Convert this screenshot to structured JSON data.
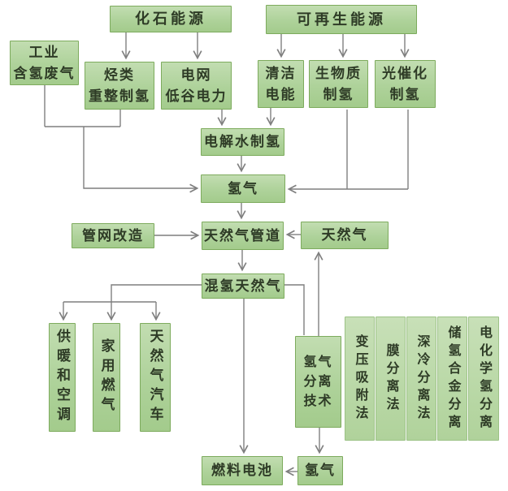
{
  "diagram": {
    "topic": "hydrogen-blended natural gas flowchart",
    "colors": {
      "node_fill": "#b3d49f",
      "node_border": "#7dab5d",
      "connector": "#7f7f7f",
      "text": "#2e3b26",
      "background": "#ffffff"
    },
    "nodes": {
      "fossil_energy": {
        "label": "化石能源"
      },
      "renewable_energy": {
        "label": "可再生能源"
      },
      "industrial_waste_gas": {
        "label": "工业\n含氢废气"
      },
      "hydrocarbon_reforming": {
        "label": "烃类\n重整制氢"
      },
      "grid_offpeak_power": {
        "label": "电网\n低谷电力"
      },
      "clean_electricity": {
        "label": "清洁\n电能"
      },
      "biomass_hydrogen": {
        "label": "生物质\n制氢"
      },
      "photocatalytic_hydrogen": {
        "label": "光催化\n制氢"
      },
      "water_electrolysis": {
        "label": "电解水制氢"
      },
      "hydrogen_top": {
        "label": "氢气"
      },
      "pipeline_renovation": {
        "label": "管网改造"
      },
      "natural_gas_pipeline": {
        "label": "天然气管道"
      },
      "natural_gas": {
        "label": "天然气"
      },
      "blended_natural_gas": {
        "label": "混氢天然气"
      },
      "heating_aircon": {
        "label": "供暖和空调"
      },
      "household_gas": {
        "label": "家用燃气"
      },
      "natural_gas_vehicle": {
        "label": "天然气汽车"
      },
      "separation_technology": {
        "label": "氢气\n分离\n技术"
      },
      "psa_method": {
        "label": "变压吸附法"
      },
      "membrane_method": {
        "label": "膜分离法"
      },
      "cryogenic_method": {
        "label": "深冷分离法"
      },
      "alloy_method": {
        "label": "储氢合金分离"
      },
      "electrochemical_method": {
        "label": "电化学氢分离"
      },
      "fuel_cell": {
        "label": "燃料电池"
      },
      "hydrogen_bottom": {
        "label": "氢气"
      }
    }
  }
}
